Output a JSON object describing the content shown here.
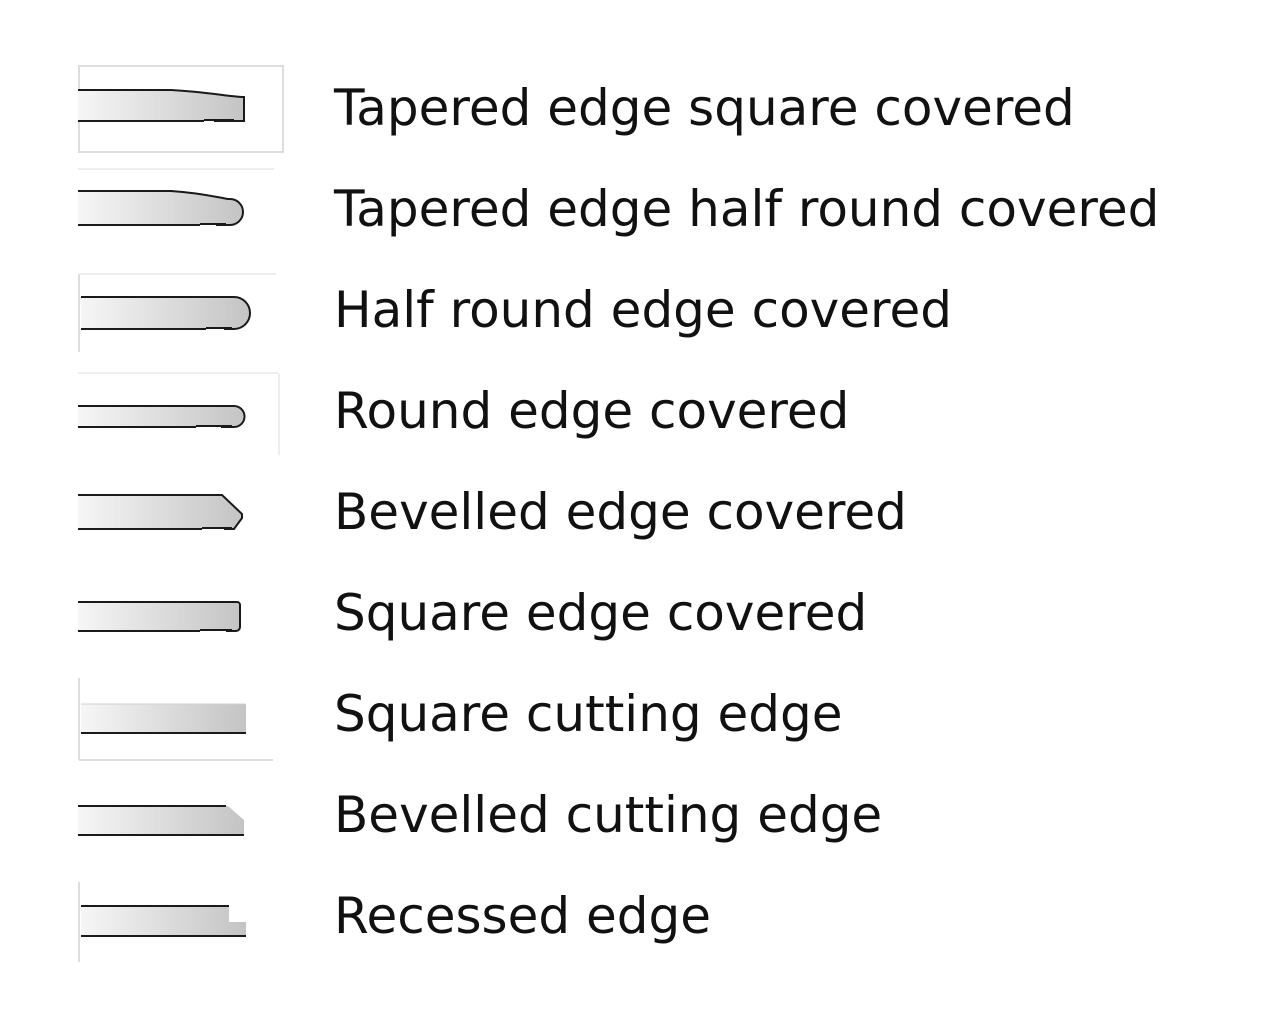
{
  "legend": {
    "items": [
      {
        "label": "Tapered edge square covered",
        "profile": "tapered-square-covered"
      },
      {
        "label": "Tapered edge half round covered",
        "profile": "tapered-half-round-covered"
      },
      {
        "label": "Half round edge covered",
        "profile": "half-round-covered"
      },
      {
        "label": "Round edge covered",
        "profile": "round-covered"
      },
      {
        "label": "Bevelled edge covered",
        "profile": "bevelled-covered"
      },
      {
        "label": "Square edge covered",
        "profile": "square-covered"
      },
      {
        "label": "Square cutting edge",
        "profile": "square-cutting"
      },
      {
        "label": "Bevelled cutting edge",
        "profile": "bevelled-cutting"
      },
      {
        "label": "Recessed edge",
        "profile": "recessed"
      }
    ]
  },
  "colors": {
    "text": "#111111",
    "outline": "#1a1a1a",
    "fill_light": "#f6f6f6",
    "fill_dark": "#c4c4c4",
    "frame": "#dddddd"
  }
}
